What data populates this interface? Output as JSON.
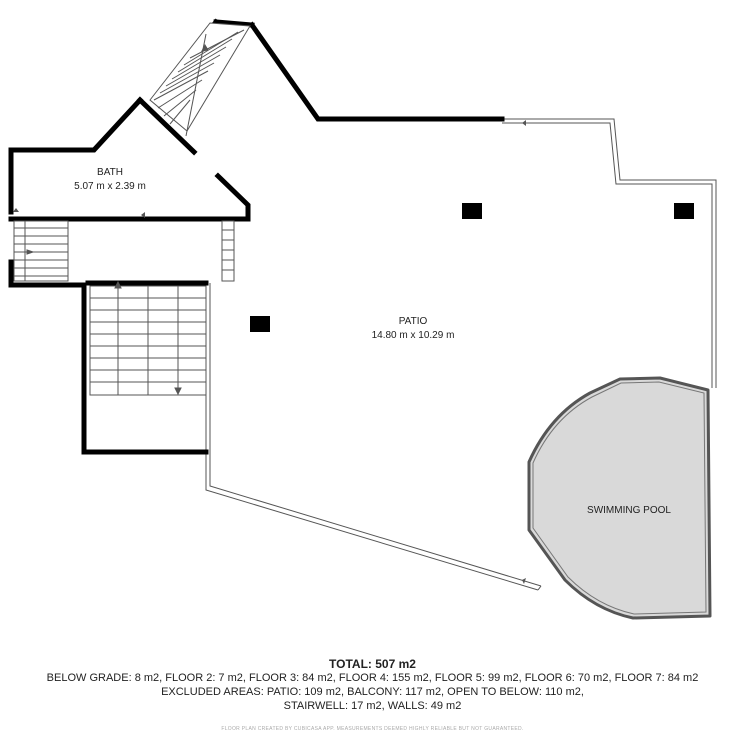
{
  "rooms": {
    "bath": {
      "name": "BATH",
      "dimensions": "5.07 m x 2.39 m"
    },
    "patio": {
      "name": "PATIO",
      "dimensions": "14.80 m x 10.29 m"
    },
    "pool": {
      "name": "SWIMMING POOL"
    }
  },
  "summary": {
    "total": "TOTAL: 507 m2",
    "line1": "BELOW GRADE: 8 m2, FLOOR 2: 7 m2, FLOOR 3: 84 m2, FLOOR 4: 155 m2, FLOOR 5: 99 m2, FLOOR 6: 70 m2, FLOOR 7: 84 m2",
    "line2": "EXCLUDED AREAS: PATIO: 109 m2, BALCONY: 117 m2, OPEN TO BELOW: 110 m2,",
    "line3": "STAIRWELL: 17 m2, WALLS: 49 m2"
  },
  "footer": "FLOOR PLAN CREATED BY CUBICASA APP. MEASUREMENTS DEEMED HIGHLY RELIABLE BUT NOT GUARANTEED.",
  "colors": {
    "wall": "#000000",
    "pool_fill": "#d9d9d9",
    "outline": "#555555"
  }
}
